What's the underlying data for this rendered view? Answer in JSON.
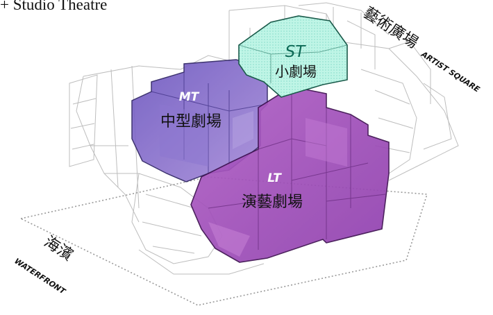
{
  "heading": "+ Studio Theatre",
  "theatres": {
    "studio": {
      "code": "ST",
      "name": "小劇場",
      "color": "#bff5e6"
    },
    "medium": {
      "code": "MT",
      "name": "中型劇場",
      "color": "#7a63c4"
    },
    "lyric": {
      "code": "LT",
      "name": "演藝劇場",
      "color": "#9a4fb8"
    }
  },
  "surroundings": {
    "artist_square": {
      "zh": "藝術廣場",
      "en": "ARTIST SQUARE"
    },
    "waterfront": {
      "zh": "海濱",
      "en": "WATERFRONT"
    }
  }
}
